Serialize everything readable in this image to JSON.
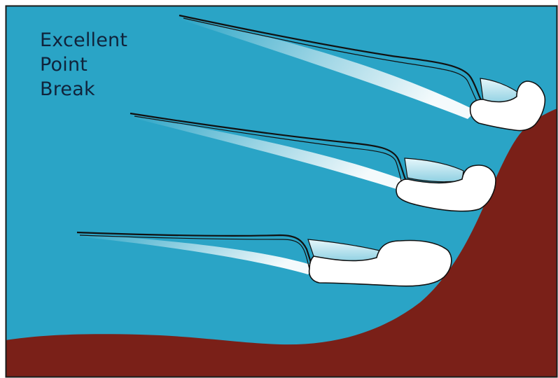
{
  "label": {
    "lines": [
      "Excellent",
      "Point",
      "Break"
    ]
  },
  "colors": {
    "water": "#2aa4c6",
    "land": "#7a2018",
    "foam": "#ffffff",
    "wave_outline": "#111111",
    "frame": "#1a1a1a",
    "text": "#10233b"
  },
  "waves": {
    "count": 3
  }
}
